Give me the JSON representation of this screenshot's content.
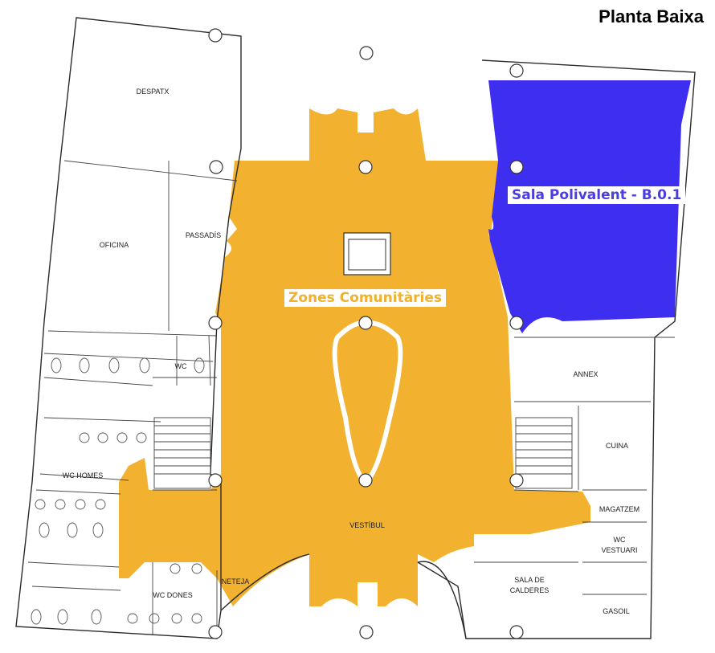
{
  "title": "Planta Baixa",
  "zones": {
    "common": {
      "label": "Zones Comunitàries",
      "color": "#F2B12E"
    },
    "sala": {
      "label": "Sala Polivalent - B.0.1",
      "color": "#3E2EF0"
    }
  },
  "rooms": {
    "despatx": "DESPATX",
    "oficina": "OFICINA",
    "passadis": "PASSADÍS",
    "wc": "WC",
    "wc_homes": "WC HOMES",
    "wc_dones": "WC DONES",
    "neteja": "NETEJA",
    "vestibul": "VESTÍBUL",
    "annex": "ANNEX",
    "cuina": "CUINA",
    "magatzem": "MAGATZEM",
    "wc_vestuari_1": "WC",
    "wc_vestuari_2": "VESTUARI",
    "sala_calderes_1": "SALA DE",
    "sala_calderes_2": "CALDERES",
    "gasoil": "GASOIL"
  }
}
